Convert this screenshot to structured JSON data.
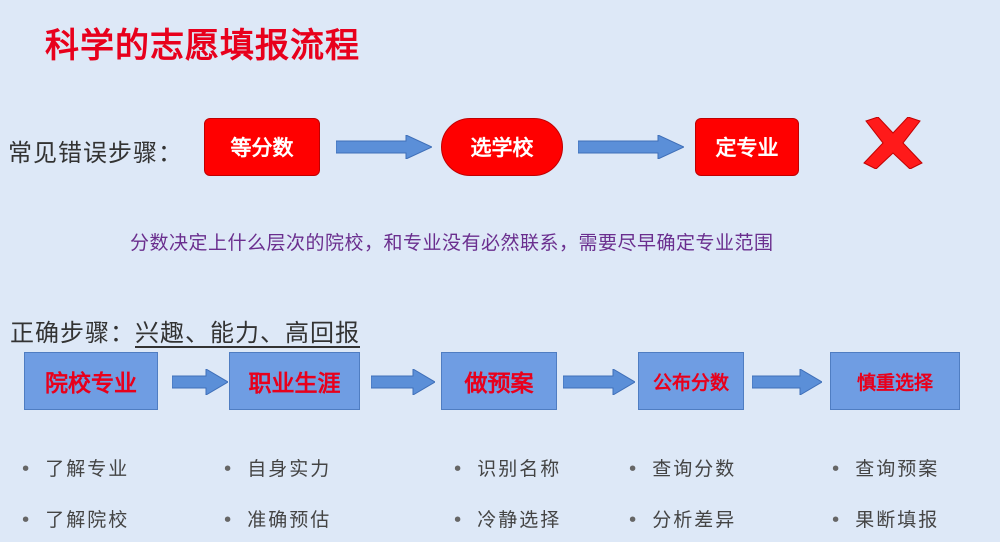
{
  "title": "科学的志愿填报流程",
  "wrong_steps": {
    "label": "常见错误步骤：",
    "boxes": [
      "等分数",
      "选学校",
      "定专业"
    ],
    "note": "分数决定上什么层次的院校，和专业没有必然联系，需要尽早确定专业范围"
  },
  "right_steps": {
    "label_prefix": "正确步骤：",
    "label_underlined": "兴趣、能力、高回报",
    "boxes": [
      "院校专业",
      "职业生涯",
      "做预案",
      "公布分数",
      "慎重选择"
    ],
    "bullets": [
      [
        "了解专业",
        "了解院校"
      ],
      [
        "自身实力",
        "准确预估"
      ],
      [
        "识别名称",
        "冷静选择"
      ],
      [
        "查询分数",
        "分析差异"
      ],
      [
        "查询预案",
        "果断填报"
      ]
    ]
  },
  "colors": {
    "background": "#dde8f7",
    "accent_red": "#e8001c",
    "box_blue": "#6f9de3",
    "arrow_blue": "#5b8fd8",
    "note_purple": "#6a2e8e"
  },
  "icons": {
    "wrong_mark": "red-x-icon",
    "flow_arrow": "right-arrow-icon"
  }
}
